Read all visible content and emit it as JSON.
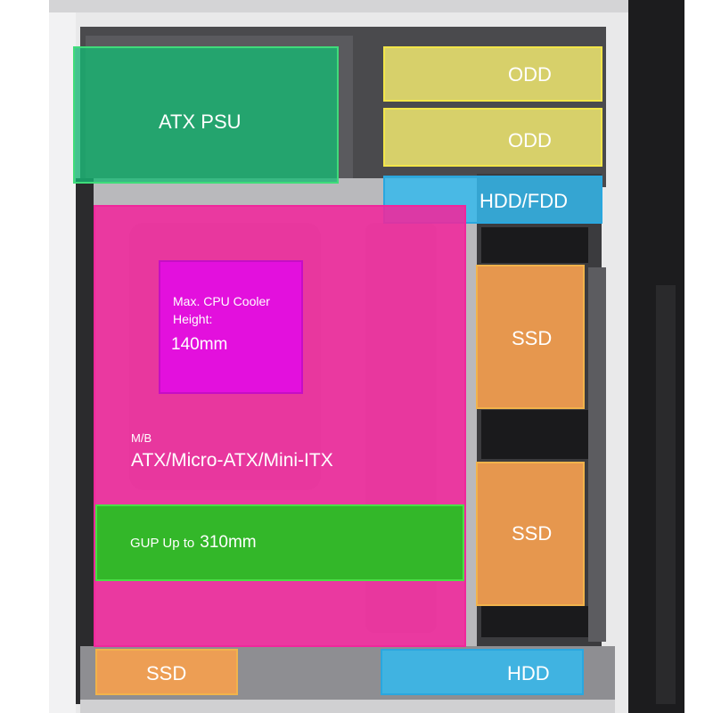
{
  "zones": {
    "psu": {
      "label": "ATX PSU",
      "color": "#14b873"
    },
    "odd1": {
      "label": "ODD",
      "color": "#f6ee70"
    },
    "odd2": {
      "label": "ODD",
      "color": "#f6ee70"
    },
    "hdd_fdd": {
      "label": "HDD/FDD",
      "color": "#35b8ec"
    },
    "cpu_cooler": {
      "line1": "Max. CPU Cooler",
      "line2": "Height:",
      "value": "140mm",
      "color": "#e30ee0"
    },
    "motherboard": {
      "prefix": "M/B",
      "formats": "ATX/Micro-ATX/Mini-ITX",
      "color": "#f0279c"
    },
    "gpu": {
      "prefix": "GUP Up to",
      "value": "310mm",
      "color": "#1fc51c"
    },
    "ssd_right_1": {
      "label": "SSD",
      "color": "#f5a04f"
    },
    "ssd_right_2": {
      "label": "SSD",
      "color": "#f5a04f"
    },
    "ssd_bottom": {
      "label": "SSD",
      "color": "#f5a04f"
    },
    "hdd_bottom": {
      "label": "HDD",
      "color": "#35b8ec"
    }
  }
}
